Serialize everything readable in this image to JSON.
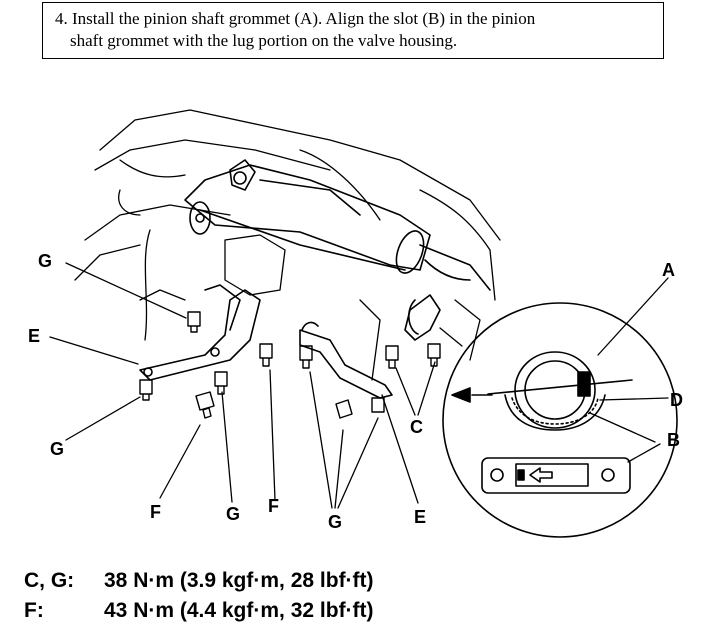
{
  "instruction": {
    "line1": "4. Install the pinion shaft grommet (A). Align the slot (B) in the pinion",
    "line2": "shaft grommet with the lug portion on the valve housing."
  },
  "callouts": {
    "A": "A",
    "B": "B",
    "C": "C",
    "D": "D",
    "E_left": "E",
    "E_right": "E",
    "F_left": "F",
    "F_mid": "F",
    "G_top": "G",
    "G_left": "G",
    "G_mid": "G",
    "G_bottom": "G"
  },
  "torque_specs": [
    {
      "label": "C, G:",
      "value": "38 N·m (3.9 kgf·m, 28 lbf·ft)"
    },
    {
      "label": "F:",
      "value": "43 N·m (4.4 kgf·m, 32 lbf·ft)"
    }
  ]
}
